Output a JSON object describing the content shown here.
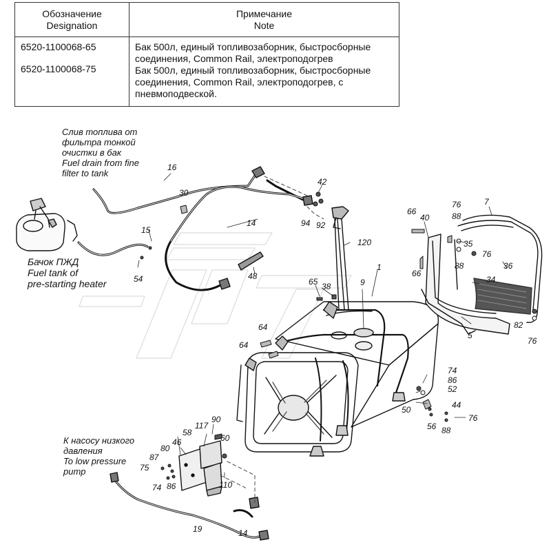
{
  "table": {
    "header_designation_ru": "Обозначение",
    "header_designation_en": "Designation",
    "header_note_ru": "Примечание",
    "header_note_en": "Note",
    "rows": [
      {
        "designation": "6520-1100068-65",
        "note_lines": [
          "Бак 500л, единый топливозаборник, быстросборные",
          "соединения, Common Rail, электроподогрев"
        ]
      },
      {
        "designation": "6520-1100068-75",
        "note_lines": [
          "Бак 500л, единый топливозаборник, быстросборные",
          "соединения, Common Rail, электроподогрев, с",
          "пневмоподвеской."
        ]
      }
    ]
  },
  "captions": {
    "fuel_drain": [
      "Слив топлива от",
      "фильтра тонкой",
      "очистки в бак",
      "Fuel drain from fine",
      "filter to tank"
    ],
    "heater_tank": [
      "Бачок ПЖД",
      "Fuel tank of",
      "pre-starting heater"
    ],
    "pump": [
      "К насосу низкого",
      "давления",
      "To low pressure",
      "pump"
    ]
  },
  "part_numbers": {
    "p16": "16",
    "p30": "30",
    "p42": "42",
    "p15": "15",
    "p54": "54",
    "p14a": "14",
    "p94": "94",
    "p92": "92",
    "p48": "48",
    "p120": "120",
    "p1": "1",
    "p9": "9",
    "p65": "65",
    "p38": "38",
    "p66a": "66",
    "p40": "40",
    "p66b": "66",
    "p76a": "76",
    "p88a": "88",
    "p7": "7",
    "p35": "35",
    "p76b": "76",
    "p88b": "88",
    "p36": "36",
    "p34": "34",
    "p5": "5",
    "p82": "82",
    "p76c": "76",
    "p64a": "64",
    "p64b": "64",
    "p74a": "74",
    "p86a": "86",
    "p52": "52",
    "p50": "50",
    "p44": "44",
    "p56": "56",
    "p88c": "88",
    "p76d": "76",
    "p90": "90",
    "p117": "117",
    "p58": "58",
    "p46": "46",
    "p60": "60",
    "p80": "80",
    "p87": "87",
    "p75": "75",
    "p74b": "74",
    "p86b": "86",
    "p110": "110",
    "p19": "19",
    "p14b": "14"
  }
}
